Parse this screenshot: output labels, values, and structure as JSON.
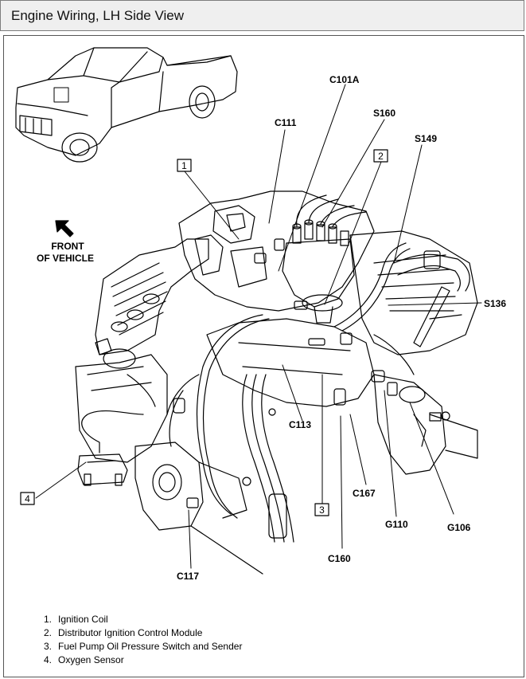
{
  "header": {
    "title": "Engine Wiring, LH Side View"
  },
  "orientation": {
    "line1": "FRONT",
    "line2": "OF VEHICLE"
  },
  "callouts": {
    "c101a": "C101A",
    "c111": "C111",
    "s160": "S160",
    "s149": "S149",
    "s136": "S136",
    "c113": "C113",
    "c167": "C167",
    "g110": "G110",
    "g106": "G106",
    "c160": "C160",
    "c117": "C117"
  },
  "ref_boxes": {
    "b1": "1",
    "b2": "2",
    "b3": "3",
    "b4": "4"
  },
  "legend": [
    {
      "num": "1.",
      "label": "Ignition Coil"
    },
    {
      "num": "2.",
      "label": "Distributor Ignition Control Module"
    },
    {
      "num": "3.",
      "label": "Fuel Pump Oil Pressure Switch and Sender"
    },
    {
      "num": "4.",
      "label": "Oxygen Sensor"
    }
  ]
}
